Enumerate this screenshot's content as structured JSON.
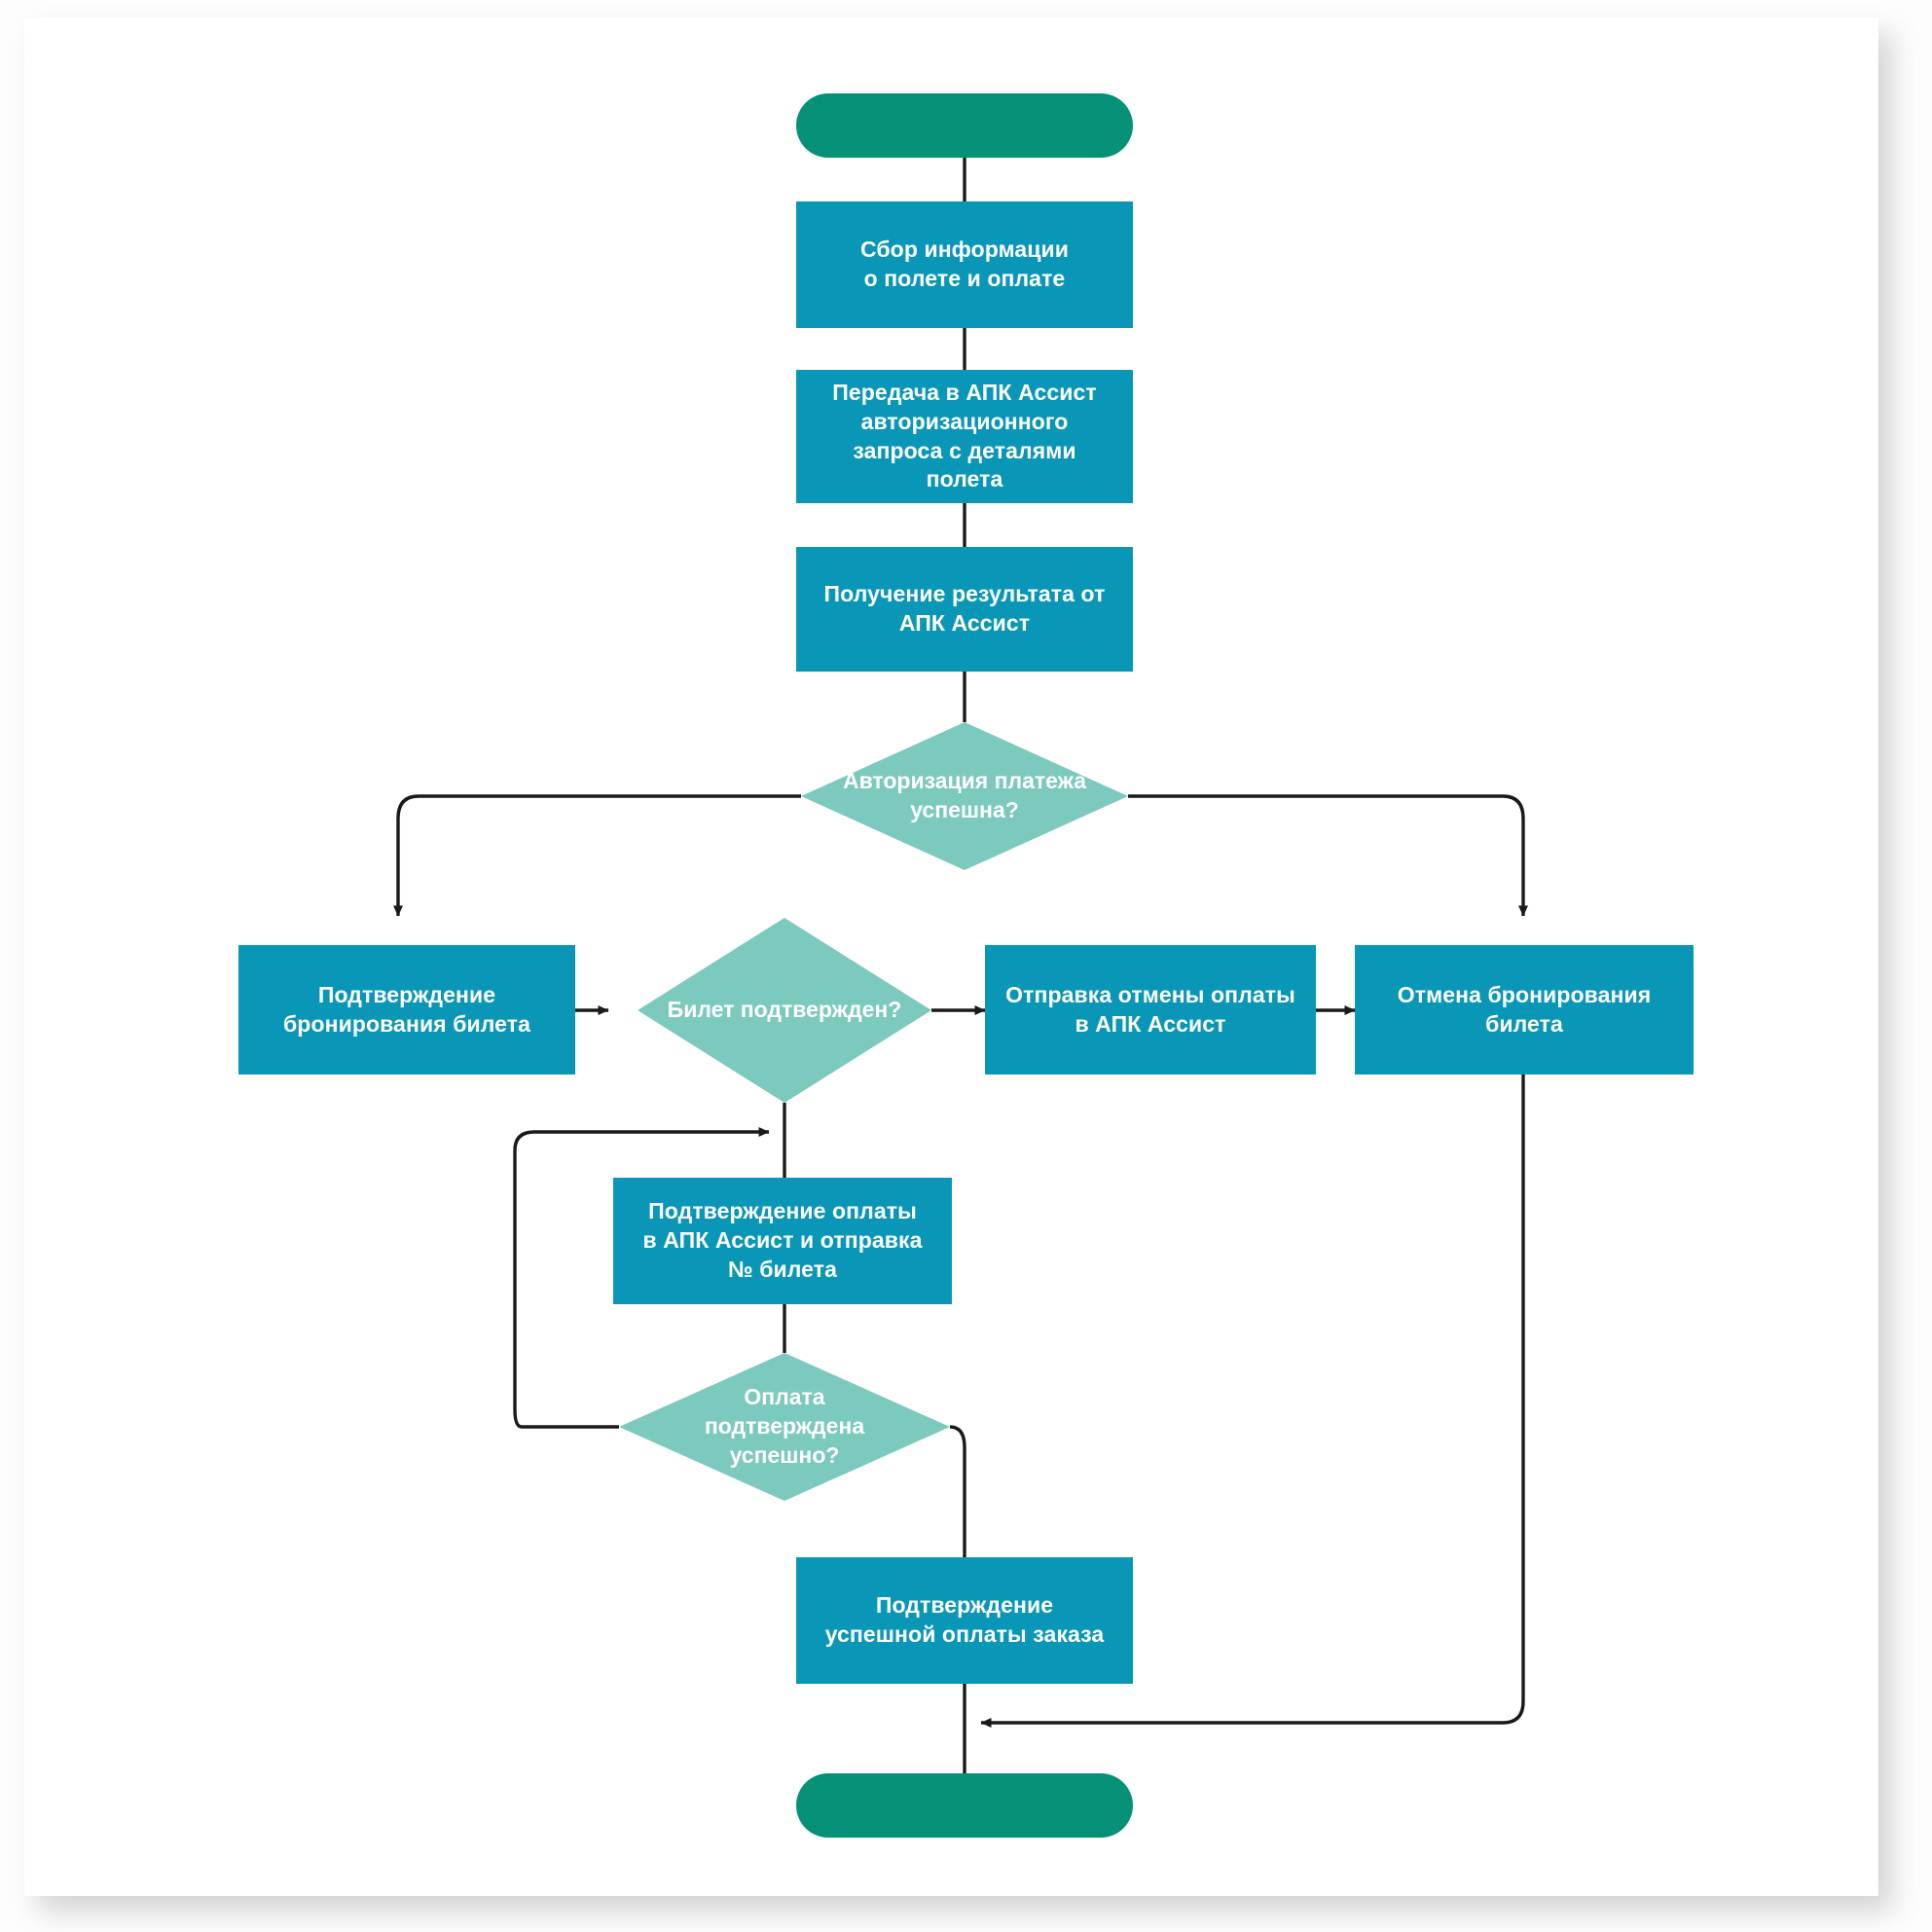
{
  "diagram": {
    "title": "",
    "type": "flowchart",
    "colors": {
      "process_fill": "#0A97B7",
      "decision_fill": "#7CC9BE",
      "terminator_fill": "#049178",
      "connector": "#1a1a1a",
      "text": "#ffffff",
      "page_background": "#ffffff"
    },
    "nodes": [
      {
        "id": "start",
        "shape": "terminator",
        "label": ""
      },
      {
        "id": "collect",
        "shape": "process",
        "label": "Сбор информации\nо полете и оплате"
      },
      {
        "id": "send-auth",
        "shape": "process",
        "label": "Передача в АПК Ассист\nавторизационного\nзапроса с деталями\nполета"
      },
      {
        "id": "get-result",
        "shape": "process",
        "label": "Получение результата от\nАПК Ассист"
      },
      {
        "id": "auth-ok",
        "shape": "decision",
        "label": "Авторизация платежа\nуспешна?"
      },
      {
        "id": "confirm-book",
        "shape": "process",
        "label": "Подтверждение\nбронирования билета"
      },
      {
        "id": "ticket-ok",
        "shape": "decision",
        "label": "Билет подтвержден?"
      },
      {
        "id": "send-cancel",
        "shape": "process",
        "label": "Отправка отмены оплаты\nв АПК Ассист"
      },
      {
        "id": "cancel-book",
        "shape": "process",
        "label": "Отмена бронирования\nбилета"
      },
      {
        "id": "confirm-pay",
        "shape": "process",
        "label": "Подтверждение оплаты\nв АПК Ассист и отправка\n№ билета"
      },
      {
        "id": "pay-ok",
        "shape": "decision",
        "label": "Оплата\nподтверждена\nуспешно?"
      },
      {
        "id": "order-paid",
        "shape": "process",
        "label": "Подтверждение\nуспешной оплаты заказа"
      },
      {
        "id": "end",
        "shape": "terminator",
        "label": ""
      }
    ],
    "edges": [
      {
        "from": "start",
        "to": "collect",
        "label": ""
      },
      {
        "from": "collect",
        "to": "send-auth",
        "label": ""
      },
      {
        "from": "send-auth",
        "to": "get-result",
        "label": ""
      },
      {
        "from": "get-result",
        "to": "auth-ok",
        "label": ""
      },
      {
        "from": "auth-ok",
        "to": "confirm-book",
        "label": ""
      },
      {
        "from": "auth-ok",
        "to": "cancel-book",
        "label": ""
      },
      {
        "from": "confirm-book",
        "to": "ticket-ok",
        "label": ""
      },
      {
        "from": "ticket-ok",
        "to": "send-cancel",
        "label": ""
      },
      {
        "from": "send-cancel",
        "to": "cancel-book",
        "label": ""
      },
      {
        "from": "ticket-ok",
        "to": "confirm-pay",
        "label": ""
      },
      {
        "from": "confirm-pay",
        "to": "pay-ok",
        "label": ""
      },
      {
        "from": "pay-ok",
        "to": "ticket-ok",
        "label": ""
      },
      {
        "from": "pay-ok",
        "to": "order-paid",
        "label": ""
      },
      {
        "from": "order-paid",
        "to": "end",
        "label": ""
      },
      {
        "from": "cancel-book",
        "to": "end",
        "label": ""
      }
    ]
  }
}
